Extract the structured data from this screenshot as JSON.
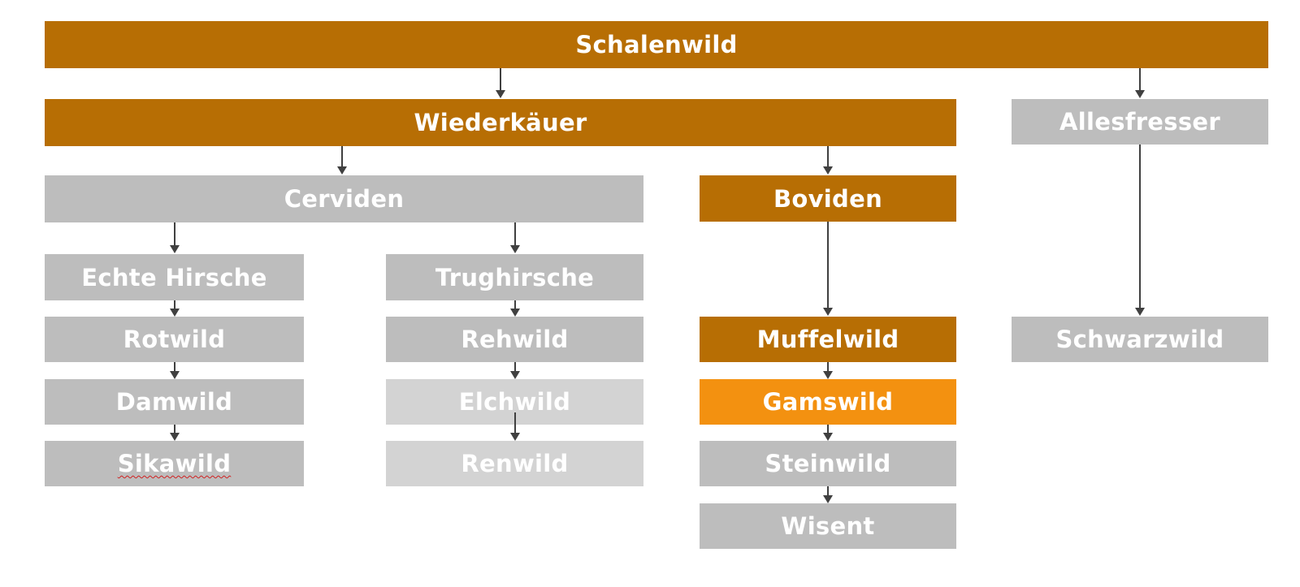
{
  "diagram": {
    "root": {
      "label": "Schalenwild",
      "color": "#b76e04"
    },
    "ruminants": {
      "label": "Wiederkäuer",
      "color": "#b76e04"
    },
    "omnivores": {
      "label": "Allesfresser",
      "color": "#bdbdbd"
    },
    "cervids": {
      "label": "Cerviden",
      "color": "#bdbdbd"
    },
    "bovids": {
      "label": "Boviden",
      "color": "#b76e04"
    },
    "true_deer": {
      "label": "Echte Hirsche",
      "species": [
        "Rotwild",
        "Damwild",
        "Sikawild"
      ]
    },
    "new_world_deer": {
      "label": "Trughirsche",
      "species": [
        "Rehwild",
        "Elchwild",
        "Renwild"
      ]
    },
    "bovid_species": [
      "Muffelwild",
      "Gamswild",
      "Steinwild",
      "Wisent"
    ],
    "omnivore_species": [
      "Schwarzwild"
    ],
    "colors": {
      "brown": "#b76e04",
      "grey": "#bdbdbd",
      "light_grey": "#d3d3d3",
      "orange_highlight": "#f39110",
      "connector": "#404040"
    }
  }
}
